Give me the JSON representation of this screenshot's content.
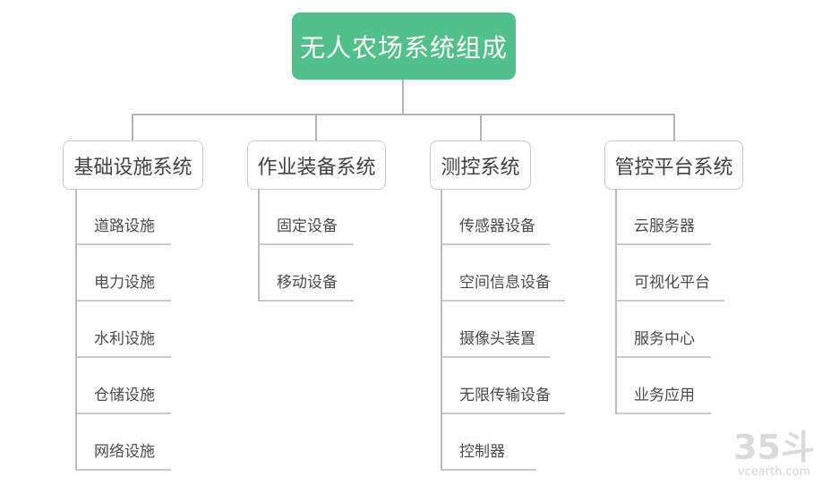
{
  "diagram": {
    "title": "无人农场系统组成",
    "root": {
      "label": "无人农场系统组成",
      "fill_color": "#52c08b",
      "text_color": "#ffffff"
    },
    "branches": [
      {
        "label": "基础设施系统",
        "items": [
          "道路设施",
          "电力设施",
          "水利设施",
          "仓储设施",
          "网络设施"
        ]
      },
      {
        "label": "作业装备系统",
        "items": [
          "固定设备",
          "移动设备"
        ]
      },
      {
        "label": "测控系统",
        "items": [
          "传感器设备",
          "空间信息设备",
          "摄像头装置",
          "无限传输设备",
          "控制器"
        ]
      },
      {
        "label": "管控平台系统",
        "items": [
          "云服务器",
          "可视化平台",
          "服务中心",
          "业务应用"
        ]
      }
    ],
    "colors": {
      "accent_green": "#52c08b",
      "connector_gray": "#b3b3b3",
      "box_border_gray": "#c9c9c9",
      "box_text_gray": "#414141",
      "leaf_text_gray": "#4a4a4a"
    }
  },
  "watermark": {
    "logo": "35斗",
    "site": "vcearth.com",
    "color": "#dadada"
  }
}
